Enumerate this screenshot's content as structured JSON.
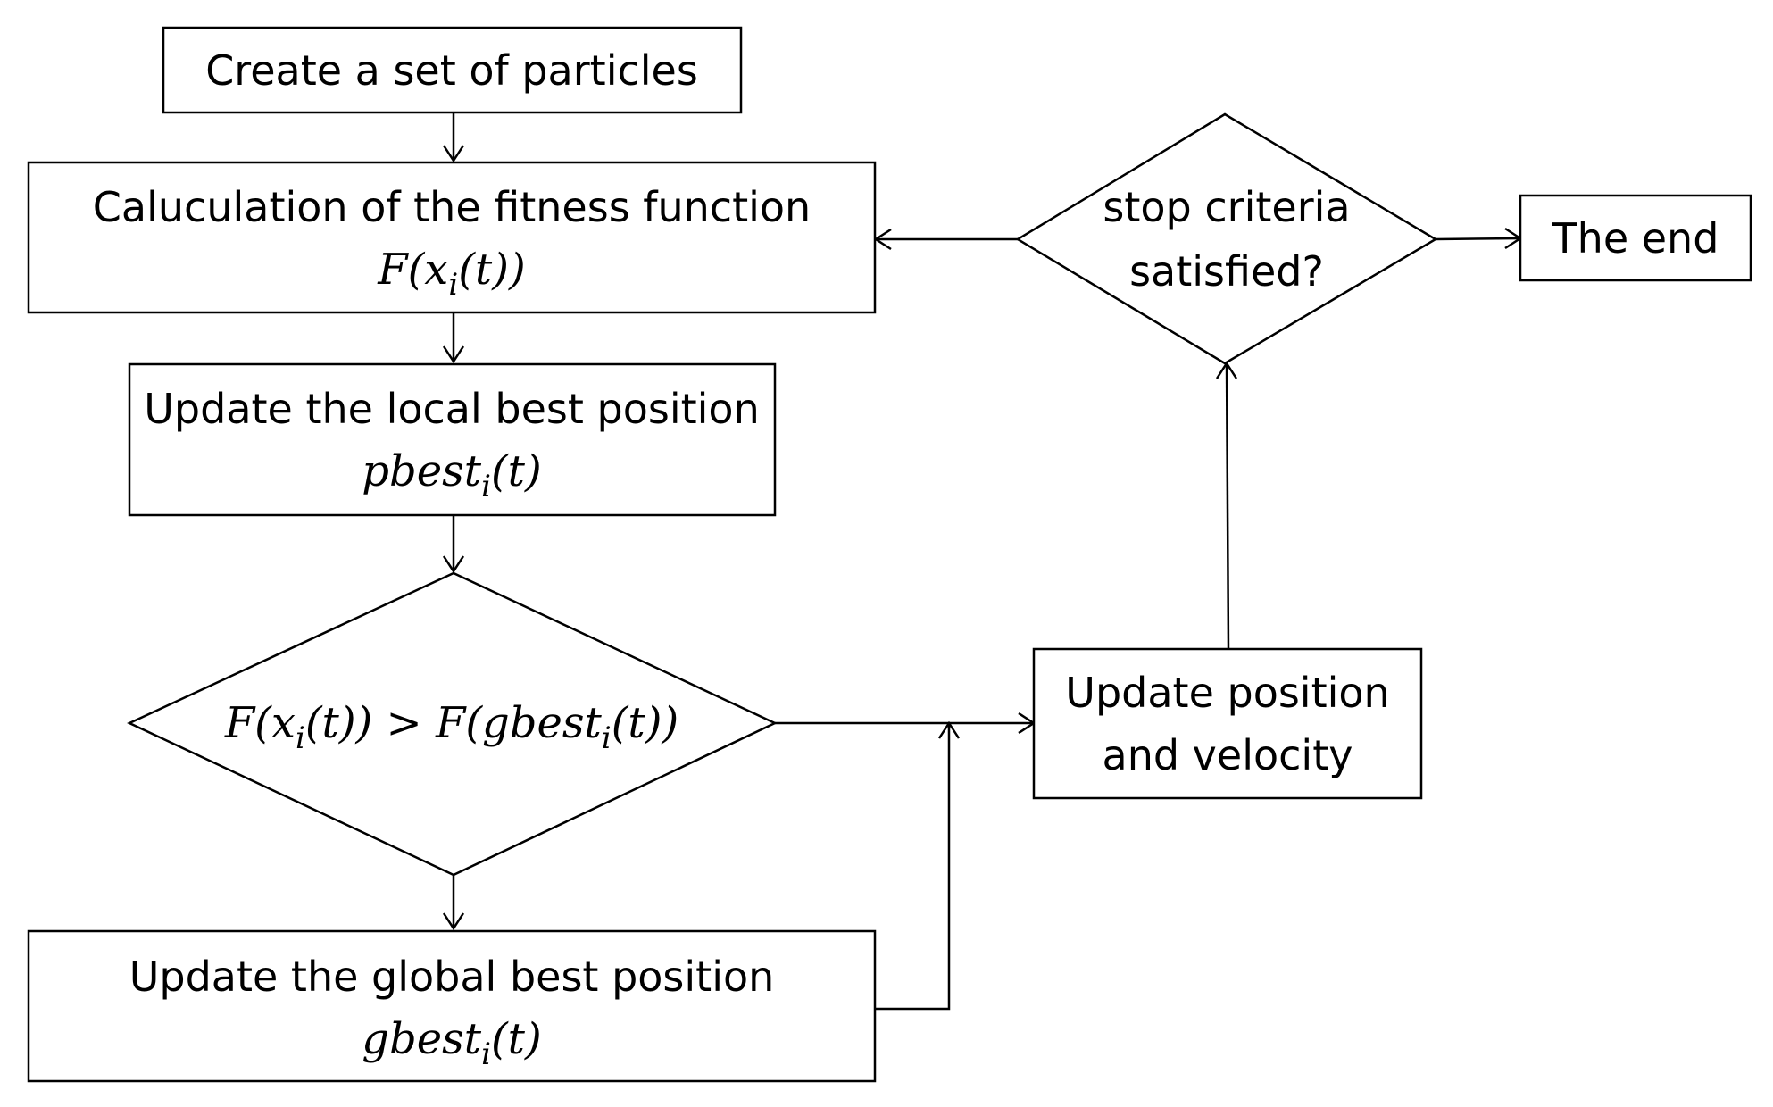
{
  "nodes": {
    "create": {
      "label": "Create a set of particles"
    },
    "fitness": {
      "label": "Caluculation of the fitness function",
      "math_main": "F(x",
      "math_sub": "i",
      "math_tail": "(t))"
    },
    "local_best": {
      "label": "Update the local best position",
      "math_main": "pbest",
      "math_sub": "i",
      "math_tail": "(t)"
    },
    "compare": {
      "part1": "F(x",
      "sub1": "i",
      "part2": "(t)) > F(gbest",
      "sub2": "i",
      "part3": "(t))"
    },
    "global_best": {
      "label": "Update the global best position",
      "math_main": "gbest",
      "math_sub": "i",
      "math_tail": "(t)"
    },
    "update_pos": {
      "line1": "Update position",
      "line2": "and velocity"
    },
    "stop": {
      "line1": "stop criteria",
      "line2": "satisfied?"
    },
    "end": {
      "label": "The end"
    }
  }
}
